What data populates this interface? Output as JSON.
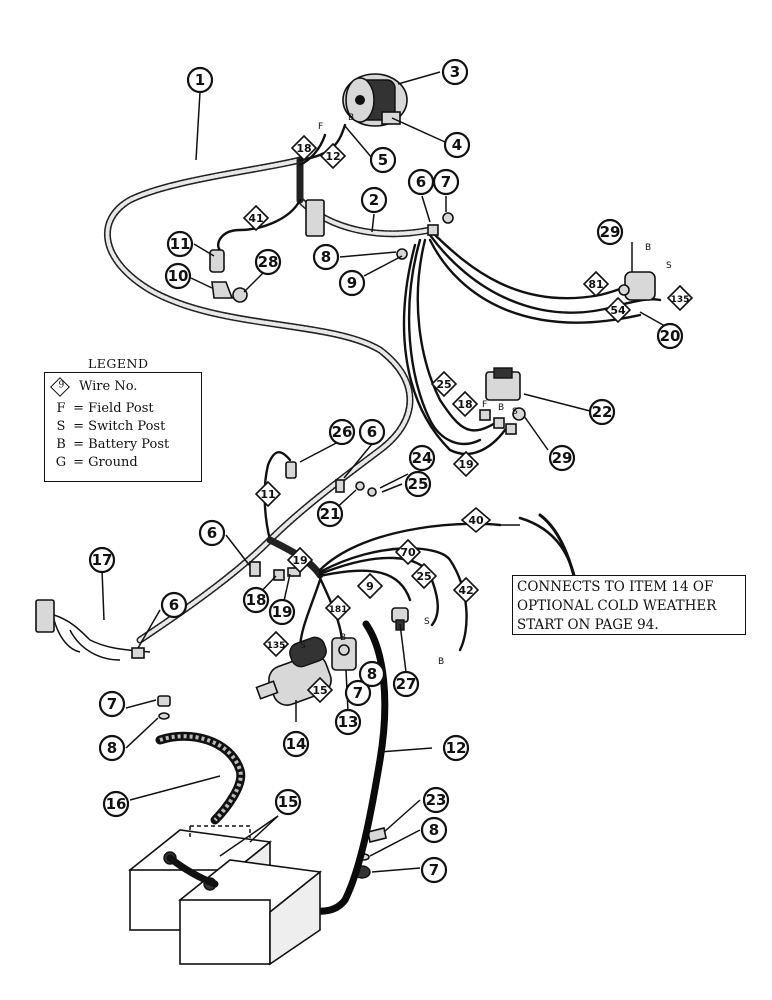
{
  "legend": {
    "title": "LEGEND",
    "rows": [
      {
        "symbol": "9",
        "text": "Wire No."
      },
      {
        "symbol": "F",
        "text": "= Field Post"
      },
      {
        "symbol": "S",
        "text": "= Switch Post"
      },
      {
        "symbol": "B",
        "text": "= Battery Post"
      },
      {
        "symbol": "G",
        "text": "= Ground"
      }
    ]
  },
  "note": {
    "line1": "CONNECTS TO ITEM 14 OF",
    "line2": "OPTIONAL COLD WEATHER",
    "line3": "START ON PAGE 94."
  },
  "callouts": [
    "1",
    "2",
    "3",
    "4",
    "5",
    "6",
    "6",
    "6",
    "6",
    "6",
    "7",
    "7",
    "7",
    "7",
    "8",
    "8",
    "8",
    "8",
    "9",
    "10",
    "11",
    "12",
    "13",
    "14",
    "15",
    "15",
    "16",
    "17",
    "18",
    "19",
    "20",
    "21",
    "22",
    "23",
    "24",
    "25",
    "26",
    "27",
    "28",
    "29",
    "29"
  ],
  "wire_tags": [
    "18",
    "12",
    "41",
    "81",
    "54",
    "135",
    "25",
    "18",
    "19",
    "11",
    "40",
    "19",
    "70",
    "9",
    "25",
    "42",
    "181",
    "135",
    "15"
  ],
  "post_labels": [
    "F",
    "B",
    "B",
    "S",
    "F",
    "B",
    "S",
    "S",
    "B",
    "S",
    "B"
  ]
}
